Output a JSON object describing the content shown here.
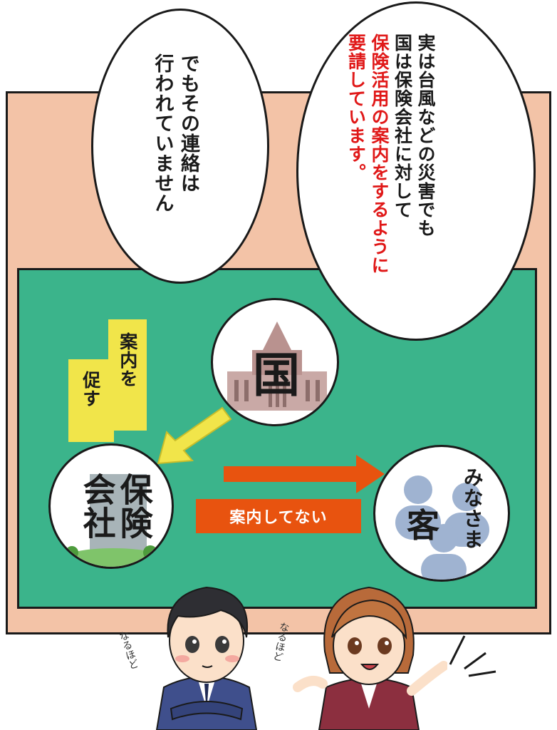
{
  "bubbles": {
    "left": {
      "lines": [
        "でもその連絡は",
        "行われていません"
      ]
    },
    "right": {
      "lines": [
        "実は台風などの災害でも",
        "国は保険会社に対して"
      ],
      "highlight_lines": [
        "保険活用の案内をするように",
        "要請しています。"
      ]
    }
  },
  "diagram": {
    "country": "国",
    "insurance_col1": "保険",
    "insurance_col2": "会社",
    "customer_main": "客",
    "customer_sub": "みなさま",
    "prompt_col1": "案内を",
    "prompt_col2": "促す",
    "not_guided": "案内してない"
  },
  "sfx": {
    "man": "なるほど",
    "woman": "なるほど"
  },
  "colors": {
    "board_green": "#3bb48b",
    "panel_peach": "#f3c3a7",
    "arrow_yellow": "#f1e54a",
    "arrow_orange": "#e8530f",
    "highlight_red": "#e01818"
  }
}
